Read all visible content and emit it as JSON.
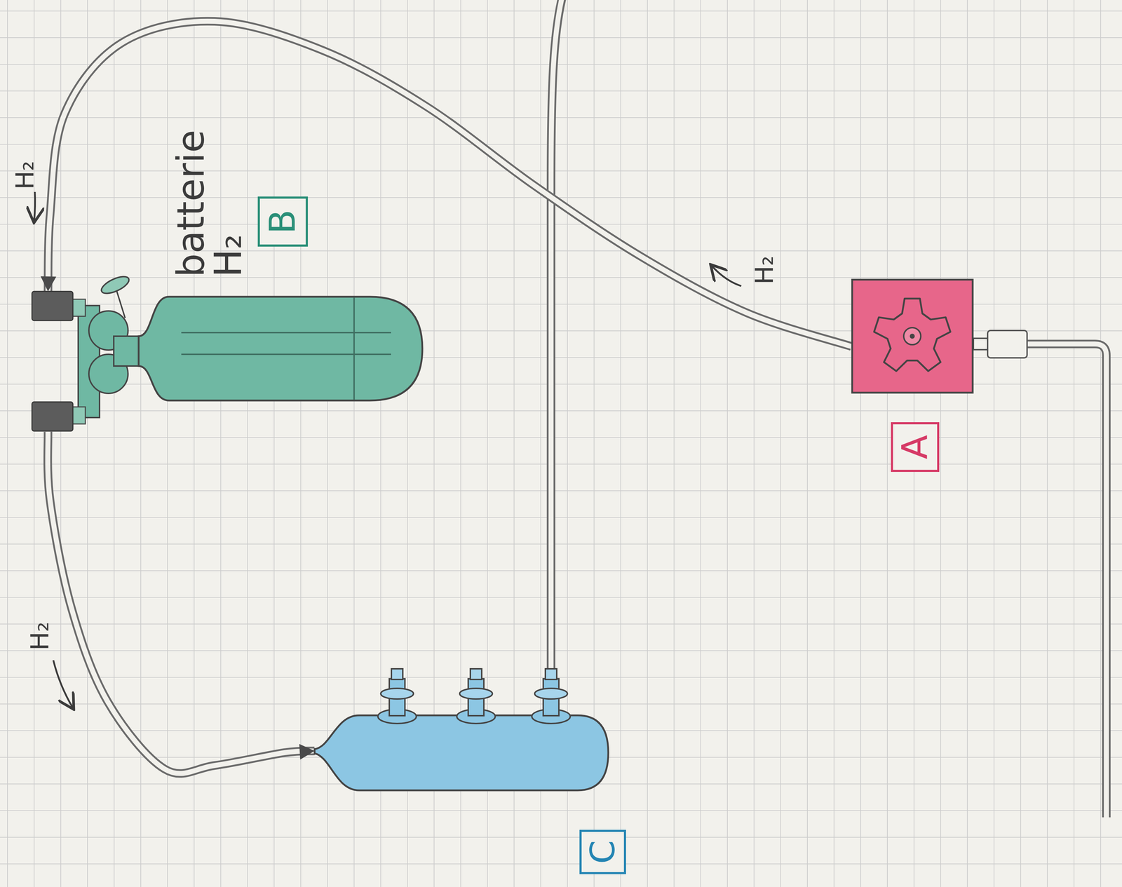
{
  "diagram": {
    "nodes": [
      {
        "text": [
          "batterie H₂",
          "B"
        ]
      },
      {
        "text": [
          "A"
        ]
      },
      {
        "text": [
          "C"
        ]
      }
    ],
    "edges": [
      {
        "from": 1,
        "to": 0,
        "arrow": "to",
        "label": "H₂"
      },
      {
        "from": 0,
        "to": 2,
        "arrow": "to",
        "label": "H₂"
      }
    ],
    "labels": [
      "H₂"
    ]
  }
}
